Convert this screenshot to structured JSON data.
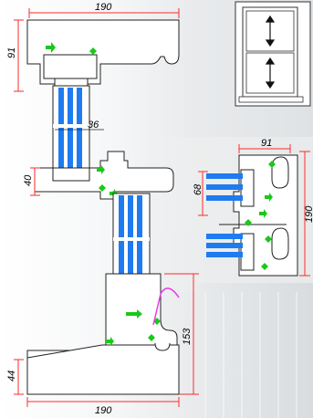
{
  "dimensions": {
    "top_width": "190",
    "top_height": "91",
    "glass_width": "36",
    "sill_left_height": "40",
    "bottom_height_right": "153",
    "bottom_base_height": "44",
    "bottom_width": "190",
    "side_width": "91",
    "side_glass_height": "68",
    "side_total_height": "190"
  },
  "colors": {
    "red": "#ff2a2a",
    "glass": "#1e7bf0",
    "seal": "#19c919",
    "magenta": "#e83ae8",
    "profile": "#ffffff",
    "outline": "#222222"
  },
  "icons": {
    "window_thumbnail": "double-arrow-window-icon"
  }
}
